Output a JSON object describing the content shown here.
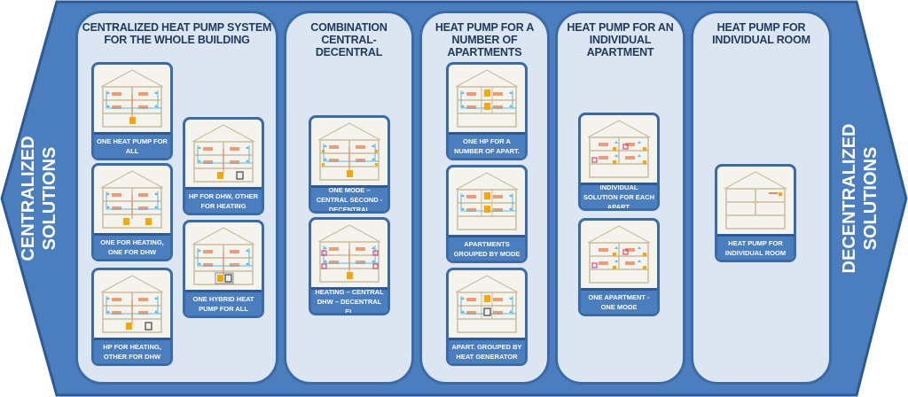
{
  "colors": {
    "frame": "#4a7ebf",
    "frame_border": "#2c5a94",
    "panel": "#dce6f2",
    "caption": "#4a7ebf",
    "heat_pump": "#f5a800",
    "radiator": "#e8875a",
    "water_pipe": "#5bb8e0",
    "electric": "#e0447a"
  },
  "side_left": {
    "line1": "CENTRALIZED",
    "line2": "SOLUTIONS"
  },
  "side_right": {
    "line1": "DECENTRALIZED",
    "line2": "SOLUTIONS"
  },
  "panels": [
    {
      "title": "CENTRALIZED HEAT PUMP SYSTEM FOR THE WHOLE BUILDING",
      "cards": [
        {
          "caption": "ONE HEAT PUMP FOR ALL",
          "variant": "one-hp"
        },
        {
          "caption": "HP FOR DHW,  OTHER FOR HEATING",
          "variant": "hp-and-other"
        },
        {
          "caption": "ONE FOR HEATING, ONE FOR DHW",
          "variant": "two-hp"
        },
        {
          "caption": "ONE HYBRID HEAT PUMP FOR ALL",
          "variant": "hybrid"
        },
        {
          "caption": "HP FOR HEATING, OTHER FOR DHW",
          "variant": "hp-and-other"
        }
      ]
    },
    {
      "title": "COMBINATION CENTRAL-DECENTRAL",
      "cards": [
        {
          "caption": "ONE MODE – CENTRAL SECOND - DECENTRAL",
          "variant": "central-decentral"
        },
        {
          "caption": "HEATING – CENTRAL DHW – DECENTRAL EL",
          "variant": "central-el"
        }
      ]
    },
    {
      "title": "HEAT PUMP FOR A NUMBER OF APARTMENTS",
      "cards": [
        {
          "caption": "ONE HP FOR A NUMBER OF APART.",
          "variant": "shaft"
        },
        {
          "caption": "APARTMENTS GROUPED BY MODE",
          "variant": "shaft"
        },
        {
          "caption": "APART. GROUPED BY HEAT GENERATOR",
          "variant": "shaft-other"
        }
      ]
    },
    {
      "title": "HEAT PUMP FOR AN INDIVIDUAL APARTMENT",
      "cards": [
        {
          "caption": "INDIVIDUAL SOLUTION FOR EACH APART.",
          "variant": "individual"
        },
        {
          "caption": "ONE APARTMENT - ONE MODE",
          "variant": "individual"
        }
      ]
    },
    {
      "title": "HEAT PUMP FOR INDIVIDUAL ROOM",
      "cards": [
        {
          "caption": "HEAT PUMP FOR INDIVIDUAL ROOM",
          "variant": "room"
        }
      ]
    }
  ]
}
